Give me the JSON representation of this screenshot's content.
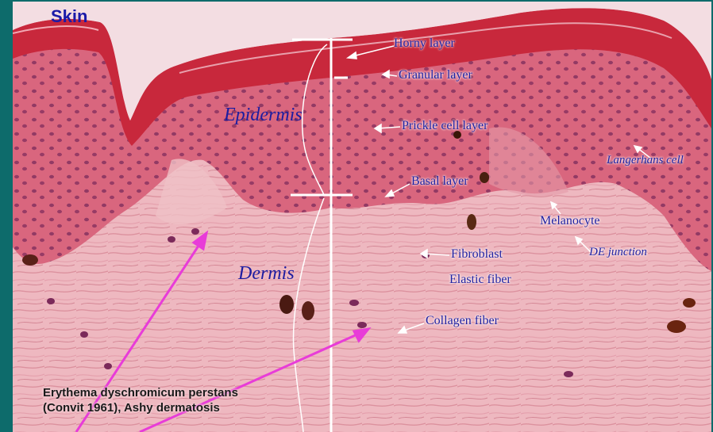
{
  "title": "Skin",
  "regions": {
    "epidermis": "Epidermis",
    "dermis": "Dermis"
  },
  "labels": {
    "horny_layer": "Horny layer",
    "granular_layer": "Granular layer",
    "prickle_cell_layer": "Prickle cell layer",
    "basal_layer": "Basal layer",
    "langerhans_cell": "Langerhans cell",
    "melanocyte": "Melanocyte",
    "de_junction": "DE junction",
    "fibroblast": "Fibroblast",
    "elastic_fiber": "Elastic fiber",
    "collagen_fiber": "Collagen fiber"
  },
  "caption": {
    "line1": "Erythema dyschromicum perstans",
    "line2": "(Convit 1961), Ashy dermatosis"
  },
  "colors": {
    "border": "#0d6b6b",
    "stratum_corneum": "#c8283c",
    "epidermis": "#d9667e",
    "dermis": "#eeb8c0",
    "label_text": "#1f1fa0",
    "annotation_arrows": "#e83cd8"
  }
}
